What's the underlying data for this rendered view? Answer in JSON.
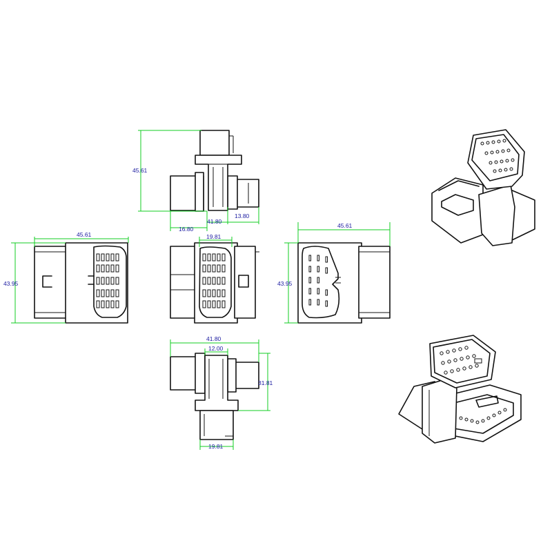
{
  "colors": {
    "outline": "#111111",
    "dimension_line": "#11cc22",
    "dimension_text": "#1a1aa0",
    "background": "#ffffff"
  },
  "dimensions": {
    "top_height": "45.61",
    "top_width": "41.80",
    "top_left_offset": "16.80",
    "top_right_offset": "13.80",
    "left_width": "45.61",
    "left_height": "43.95",
    "front_width": "19.81",
    "right_width": "45.61",
    "right_height": "43.95",
    "bottom_width": "41.80",
    "bottom_inner_width": "12.00",
    "bottom_height": "31.81",
    "bottom_lower_width": "19.81"
  }
}
